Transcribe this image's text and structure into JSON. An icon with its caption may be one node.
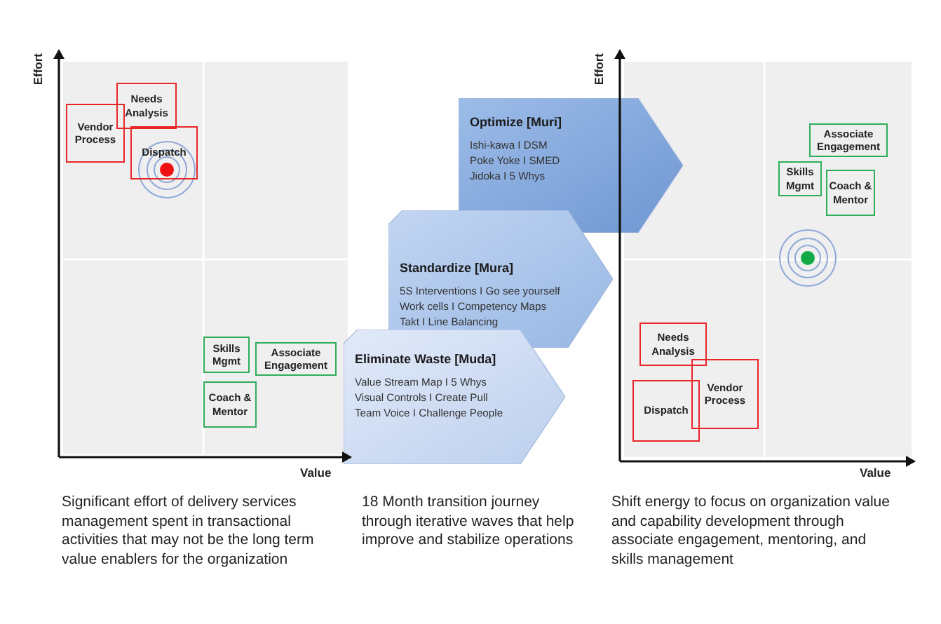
{
  "diagram": {
    "nodes": [
      {
        "text": [
          "Vendor Process"
        ]
      },
      {
        "text": [
          "Needs Analysis"
        ]
      },
      {
        "text": [
          "Dispatch"
        ]
      },
      {
        "text": [
          "Skills Mgmt"
        ]
      },
      {
        "text": [
          "Associate Engagement"
        ]
      },
      {
        "text": [
          "Coach & Mentor"
        ]
      },
      {
        "text": [
          "Optimize [Muri]",
          "Ishi-kawa I DSM",
          "Poke Yoke I SMED",
          "Jidoka I 5 Whys"
        ]
      },
      {
        "text": [
          "Standardize [Mura]",
          "5S Interventions I Go see yourself",
          "Work cells I Competency Maps",
          "Takt I Line Balancing"
        ]
      },
      {
        "text": [
          "Eliminate Waste [Muda]",
          "Value Stream Map I 5 Whys",
          "Visual Controls I Create Pull",
          "Team Voice I Challenge People"
        ]
      },
      {
        "text": [
          "Associate Engagement"
        ]
      },
      {
        "text": [
          "Skills Mgmt"
        ]
      },
      {
        "text": [
          "Coach & Mentor"
        ]
      },
      {
        "text": [
          "Needs Analysis"
        ]
      },
      {
        "text": [
          "Vendor Process"
        ]
      },
      {
        "text": [
          "Dispatch"
        ]
      }
    ],
    "edges": [],
    "labels": [
      "Effort",
      "Value",
      "Effort",
      "Value",
      "Significant effort of delivery services management spent in transactional activities that may not be the long term value enablers for the organization",
      "18 Month transition journey through iterative waves that help improve and stabilize operations",
      "Shift energy to focus on organization value and capability development through associate engagement, mentoring, and skills management"
    ]
  }
}
